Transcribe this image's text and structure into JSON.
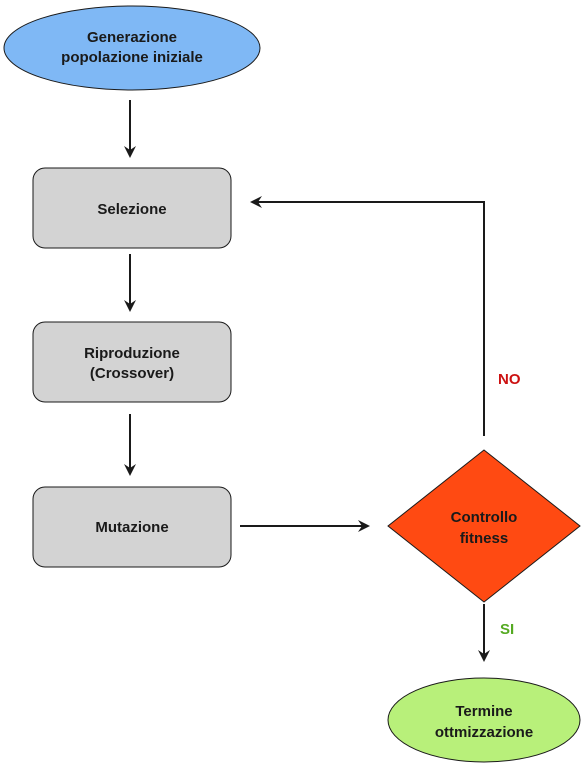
{
  "nodes": {
    "start": {
      "line1": "Generazione",
      "line2": "popolazione iniziale"
    },
    "selection": {
      "label": "Selezione"
    },
    "reproduction": {
      "line1": "Riproduzione",
      "line2": "(Crossover)"
    },
    "mutation": {
      "label": "Mutazione"
    },
    "fitness": {
      "line1": "Controllo",
      "line2": "fitness"
    },
    "end": {
      "line1": "Termine",
      "line2": "ottmizzazione"
    }
  },
  "edges": {
    "no_label": "NO",
    "yes_label": "SI"
  },
  "colors": {
    "start_fill": "#7fb8f5",
    "process_fill": "#d3d3d3",
    "decision_fill": "#ff4a12",
    "end_fill": "#b8f07a",
    "no_color": "#cc1111",
    "yes_color": "#55aa22",
    "stroke": "#1a1a1a"
  }
}
